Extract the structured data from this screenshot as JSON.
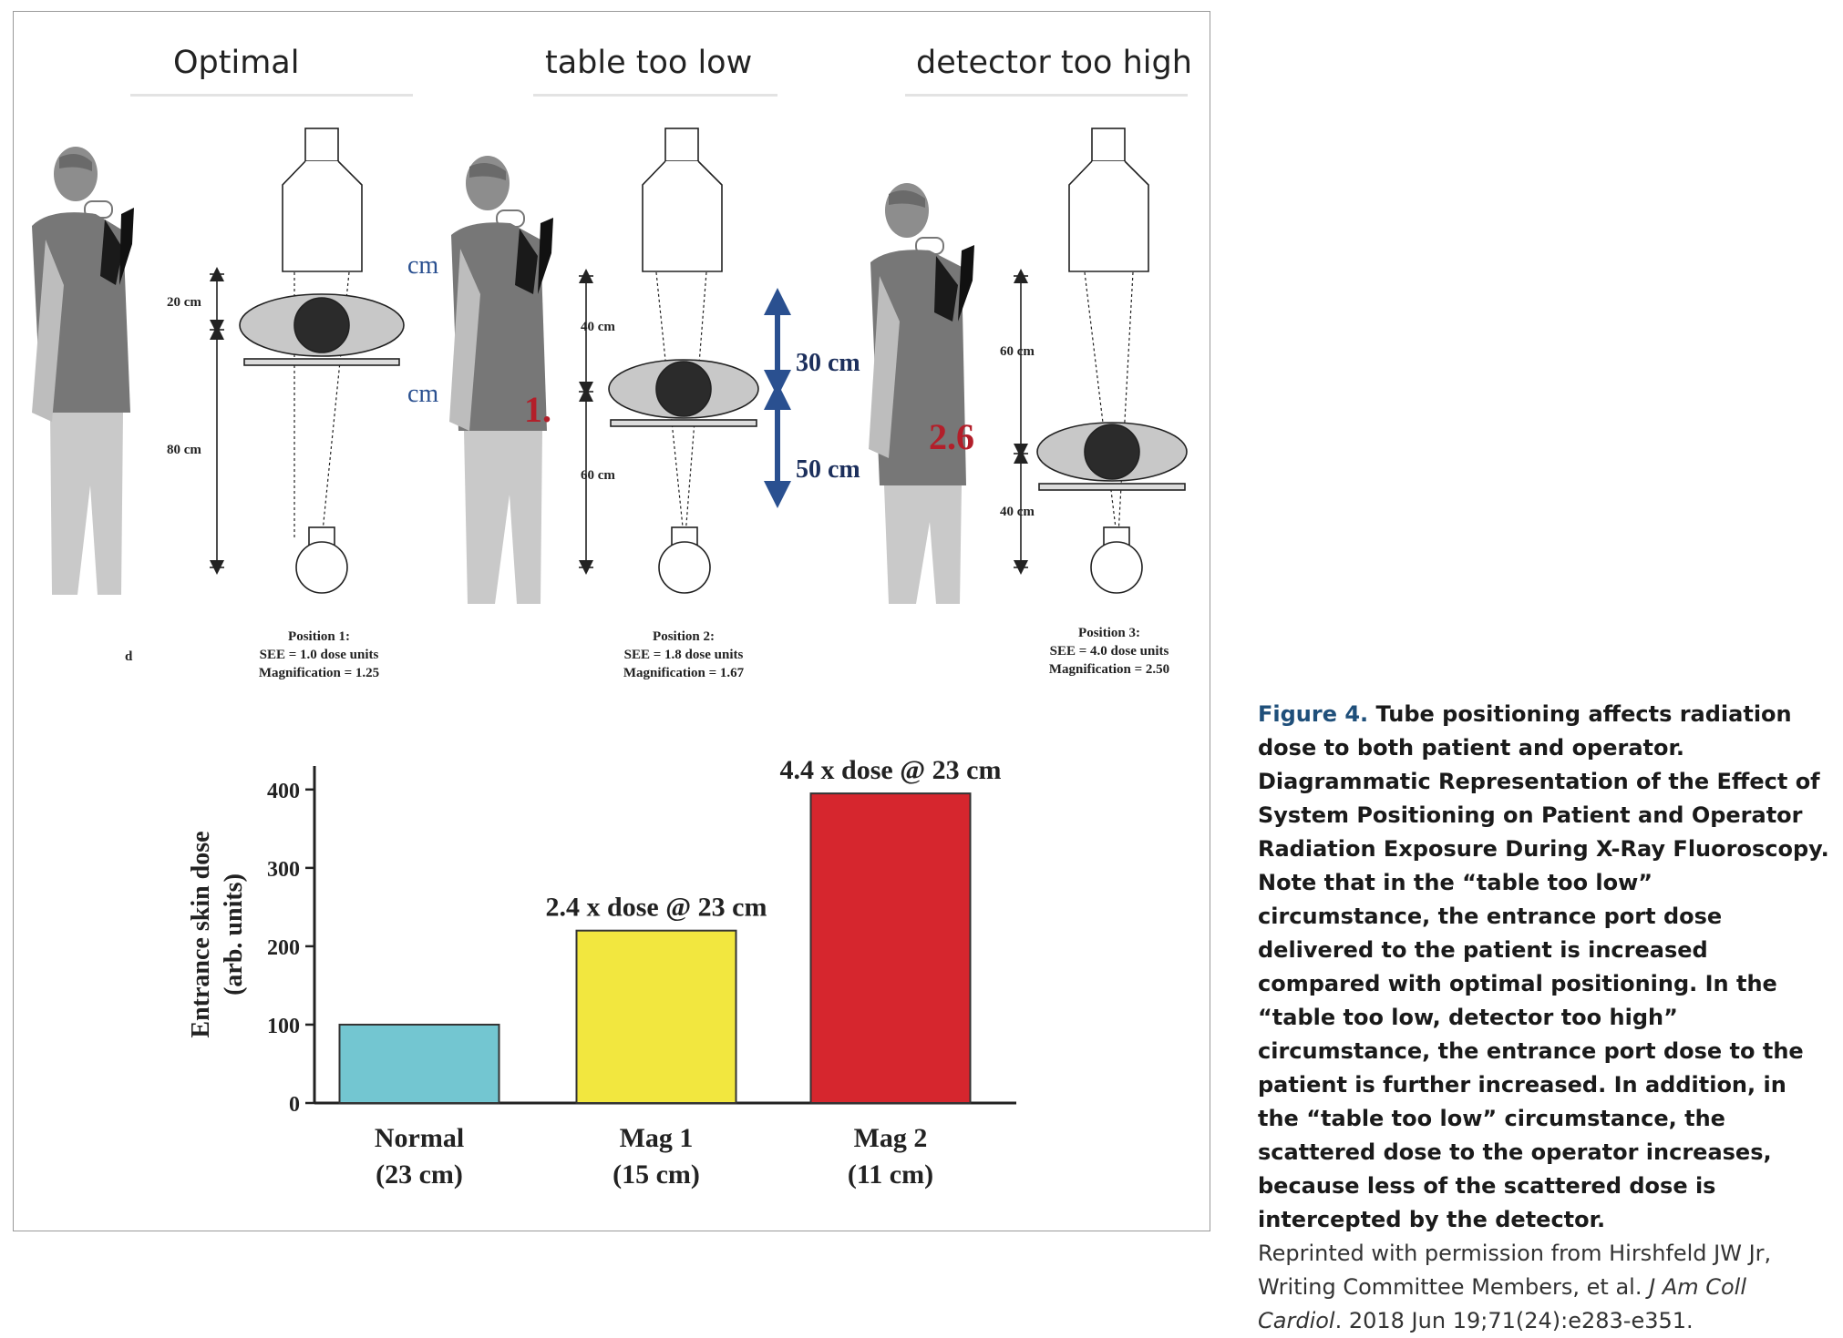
{
  "figure": {
    "panels": [
      {
        "heading": "Optimal",
        "position": "Position 1:",
        "see": "SEE = 1.0 dose units",
        "magnification": "Magnification = 1.25",
        "upper_dist": "20 cm",
        "lower_dist": "80 cm"
      },
      {
        "heading": "table too low",
        "position": "Position 2:",
        "see": "SEE = 1.8 dose units",
        "magnification": "Magnification = 1.67",
        "upper_dist": "40 cm",
        "lower_dist": "60 cm"
      },
      {
        "heading": "detector too high",
        "position": "Position 3:",
        "see": "SEE = 4.0 dose units",
        "magnification": "Magnification = 2.50",
        "upper_dist": "60 cm",
        "lower_dist": "40 cm"
      }
    ],
    "fragments": {
      "cm_top": "cm",
      "cm_bottom": "cm",
      "red_one": "1.",
      "red_two": "2.6",
      "tiny_d": "d"
    },
    "blue_arrows": {
      "upper": "30 cm",
      "lower": "50 cm"
    }
  },
  "chart_data": {
    "type": "bar",
    "categories": [
      "Normal\n(23 cm)",
      "Mag 1\n(15 cm)",
      "Mag 2\n(11 cm)"
    ],
    "category_lines": [
      [
        "Normal",
        "(23 cm)"
      ],
      [
        "Mag 1",
        "(15 cm)"
      ],
      [
        "Mag 2",
        "(11 cm)"
      ]
    ],
    "values": [
      100,
      220,
      395
    ],
    "colors": [
      "#73c6d1",
      "#f2e73f",
      "#d6262e"
    ],
    "annotations": [
      "",
      "2.4 x dose @ 23 cm",
      "4.4 x dose @ 23 cm"
    ],
    "ylabel_lines": [
      "Entrance skin dose",
      "(arb. units)"
    ],
    "yticks": [
      0,
      100,
      200,
      300,
      400
    ],
    "ylim": [
      0,
      430
    ]
  },
  "caption": {
    "label": "Figure 4.",
    "bold_text": " Tube positioning affects radiation dose to both patient and operator. Diagrammatic Representation of the Effect of System Positioning on Patient and Operator Radiation Exposure During X-Ray Fluoroscopy. Note that in the “table too low” circumstance, the entrance port dose delivered to the patient is increased compared with optimal positioning. In the “table too low, detector too high” circumstance, the entrance port dose to the patient is further increased. In addition, in the “table too low” circumstance, the scattered dose to the operator increases, because less of the scattered dose is intercepted by the detector.",
    "credit_prefix": "Reprinted with permission from Hirshfeld JW Jr, Writing Committee Members, et al. ",
    "credit_journal": "J Am Coll Cardiol",
    "credit_suffix": ". 2018 Jun 19;71(24):e283-e351."
  }
}
